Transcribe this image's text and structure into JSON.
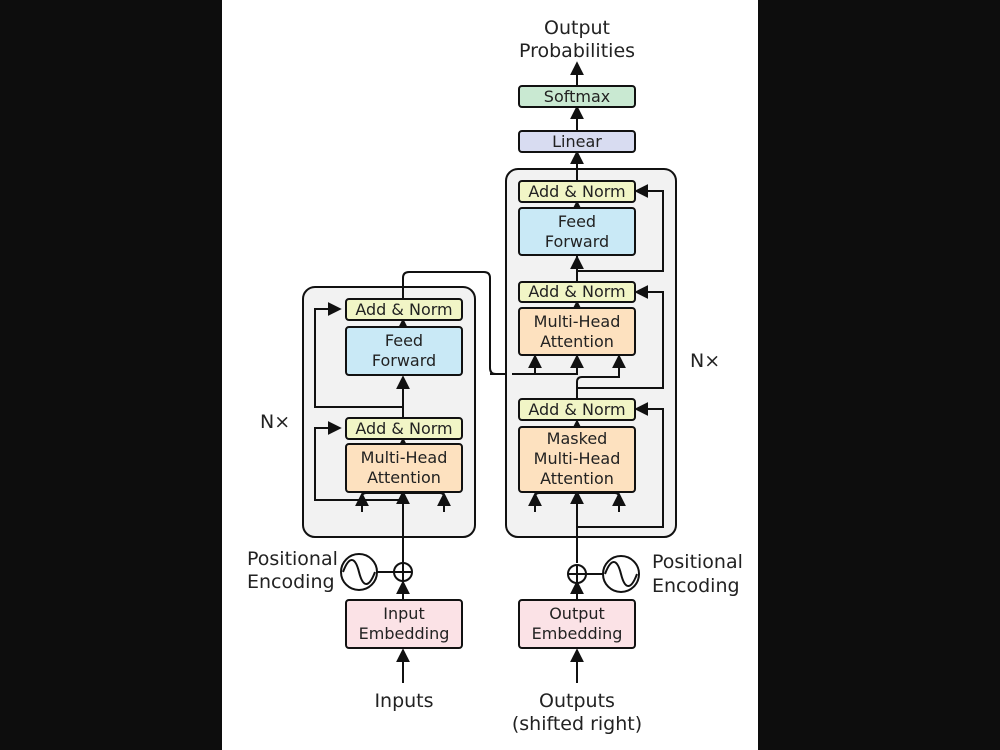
{
  "inputs": [
    "Inputs"
  ],
  "outputs": [
    "Outputs",
    "(shifted right)"
  ],
  "output_probabilities": [
    "Output",
    "Probabilities"
  ],
  "encoder": {
    "input_embedding": [
      "Input",
      "Embedding"
    ],
    "positional_encoding": [
      "Positional",
      "Encoding"
    ],
    "multi_head_attention": [
      "Multi-Head",
      "Attention"
    ],
    "add_norm_1": "Add & Norm",
    "feed_forward": [
      "Feed",
      "Forward"
    ],
    "add_norm_2": "Add & Norm",
    "repeat_label": "N×"
  },
  "decoder": {
    "output_embedding": [
      "Output",
      "Embedding"
    ],
    "positional_encoding": [
      "Positional",
      "Encoding"
    ],
    "masked_attention": [
      "Masked",
      "Multi-Head",
      "Attention"
    ],
    "add_norm_1": "Add & Norm",
    "multi_head_attention": [
      "Multi-Head",
      "Attention"
    ],
    "add_norm_2": "Add & Norm",
    "feed_forward": [
      "Feed",
      "Forward"
    ],
    "add_norm_3": "Add & Norm",
    "linear": "Linear",
    "softmax": "Softmax",
    "repeat_label": "N×"
  },
  "colors": {
    "embedding": "#fbe2e6",
    "attention": "#fde1bf",
    "add_norm": "#f1f5c6",
    "feed_forward": "#c9e9f6",
    "linear": "#d8dcf1",
    "softmax": "#c9e9d2",
    "block_bg": "#f2f2f2",
    "stroke": "#111111"
  }
}
